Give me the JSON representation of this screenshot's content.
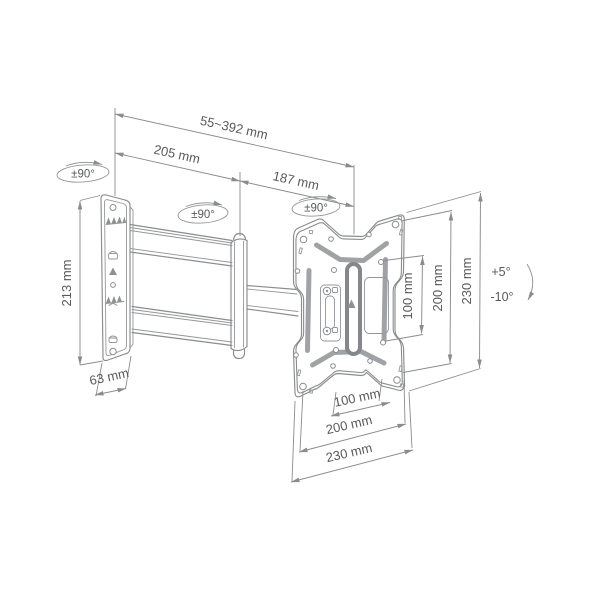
{
  "diagram": {
    "type": "technical-dimension-drawing",
    "subject": "articulating TV wall mount bracket",
    "colors": {
      "line": "#8a8c8e",
      "text": "#58595b",
      "rail": "#a0a2a5",
      "background": "#ffffff"
    },
    "dimensions": {
      "total_extension": "55~392 mm",
      "arm_section_1": "205 mm",
      "arm_section_2": "187 mm",
      "wall_plate_height": "213 mm",
      "wall_plate_width": "63 mm",
      "vesa_height": "100 mm",
      "plate_inner_height": "200 mm",
      "plate_height": "230 mm",
      "vesa_width": "100 mm",
      "plate_inner_width": "200 mm",
      "plate_width": "230 mm"
    },
    "angles": {
      "swivel_wall_joint": "±90°",
      "swivel_mid_joint": "±90°",
      "swivel_plate_joint": "±90°",
      "tilt_up": "+5°",
      "tilt_down": "-10°"
    }
  }
}
